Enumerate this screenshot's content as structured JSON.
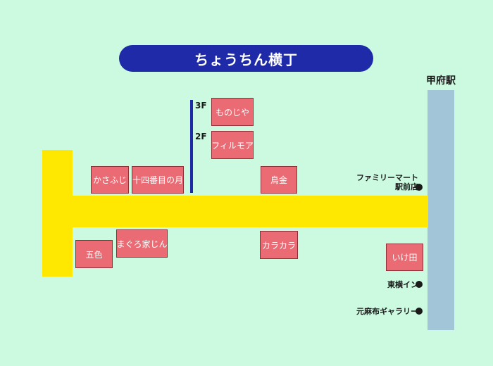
{
  "title": "ちょうちん横丁",
  "station": "甲府駅",
  "floors": {
    "f3": "3F",
    "f2": "2F"
  },
  "shops": {
    "monojiya": "ものじや",
    "firumoa": "フィルモア",
    "kasafuji": "かさふじ",
    "jushiban": "十四番目の月",
    "torikin": "鳥金",
    "goshiki": "五色",
    "maguroya": "まぐろ家じん",
    "karakara": "カラカラ",
    "ikeda": "いけ田"
  },
  "landmarks": {
    "familymart_line1": "ファミリーマート",
    "familymart_line2": "駅前店",
    "toyoko": "東横イン",
    "gallery": "元麻布ギャラリー"
  },
  "colors": {
    "background": "#ccfae0",
    "road": "#fee700",
    "shop": "#eb6b74",
    "title_bar": "#1e2aa8",
    "station_bar": "#a3c5d8"
  }
}
